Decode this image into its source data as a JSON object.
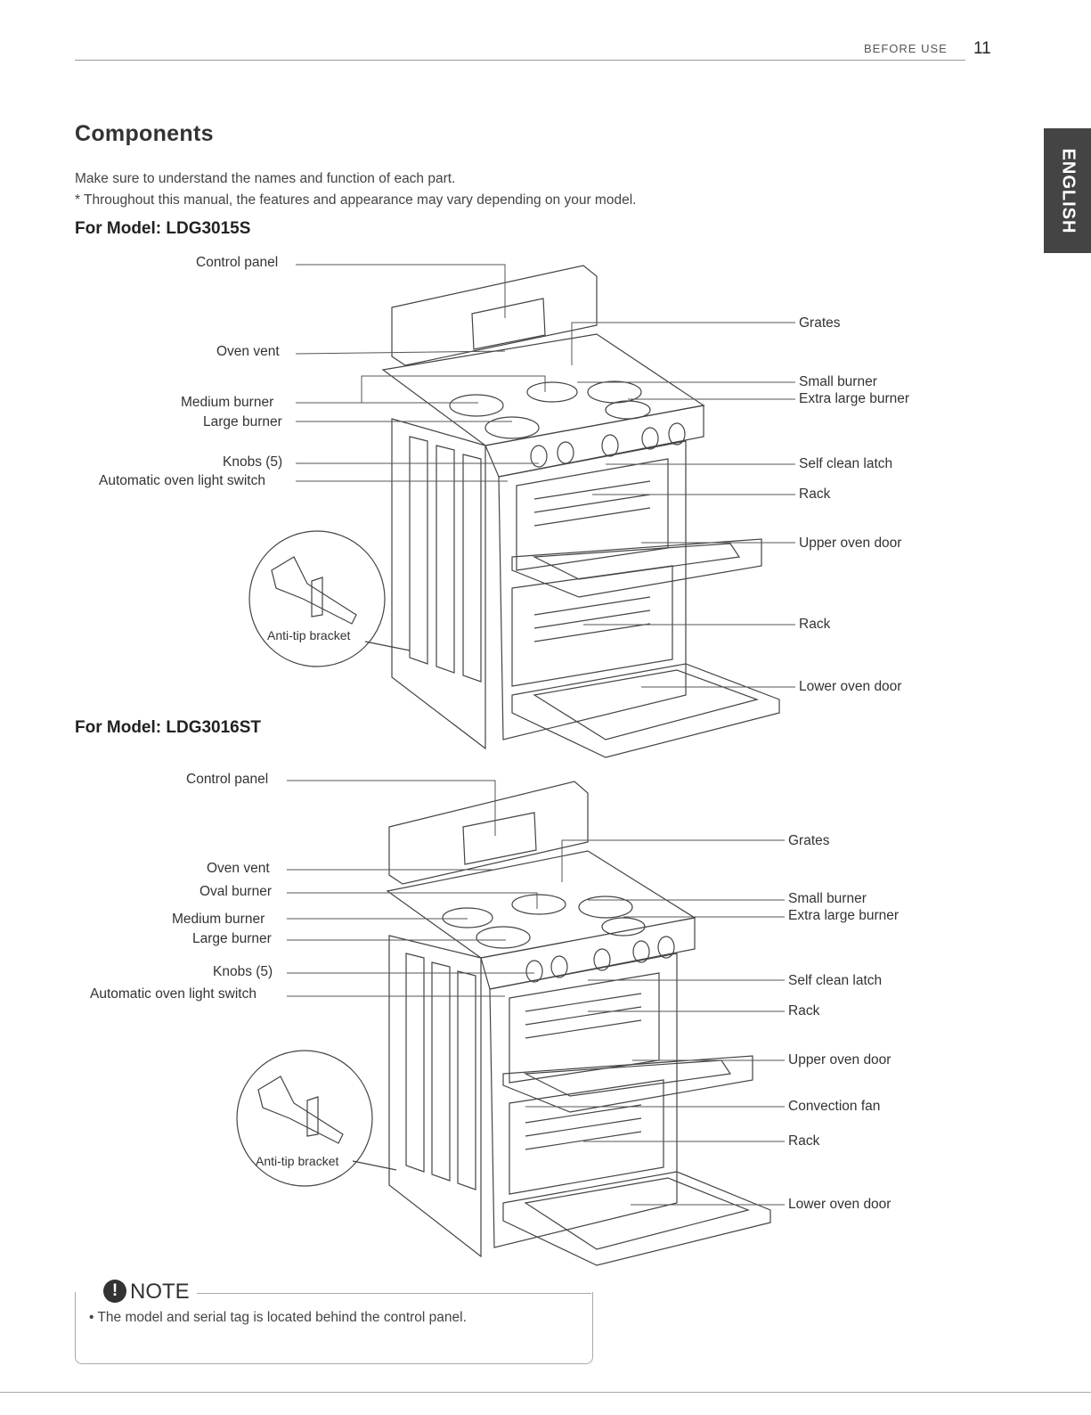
{
  "header": {
    "section": "BEFORE USE",
    "page_number": "11"
  },
  "side_tab": "ENGLISH",
  "title": "Components",
  "intro": {
    "line1": "Make sure to understand the names and function of each part.",
    "line2": "* Throughout this manual, the features and appearance may vary depending on your model."
  },
  "model1": {
    "heading": "For Model: LDG3015S",
    "labels_left": {
      "control_panel": "Control panel",
      "oven_vent": "Oven vent",
      "medium_burner": "Medium burner",
      "large_burner": "Large burner",
      "knobs": "Knobs (5)",
      "auto_light": "Automatic oven light switch",
      "anti_tip": "Anti-tip bracket"
    },
    "labels_right": {
      "grates": "Grates",
      "small_burner": "Small burner",
      "xl_burner": "Extra large burner",
      "self_clean": "Self clean latch",
      "rack1": "Rack",
      "upper_door": "Upper oven door",
      "rack2": "Rack",
      "lower_door": "Lower oven door"
    }
  },
  "model2": {
    "heading": "For Model: LDG3016ST",
    "labels_left": {
      "control_panel": "Control panel",
      "oven_vent": "Oven vent",
      "oval_burner": "Oval burner",
      "medium_burner": "Medium burner",
      "large_burner": "Large burner",
      "knobs": "Knobs (5)",
      "auto_light": "Automatic oven light switch",
      "anti_tip": "Anti-tip bracket"
    },
    "labels_right": {
      "grates": "Grates",
      "small_burner": "Small burner",
      "xl_burner": "Extra large burner",
      "self_clean": "Self clean latch",
      "rack1": "Rack",
      "upper_door": "Upper oven door",
      "convection_fan": "Convection fan",
      "rack2": "Rack",
      "lower_door": "Lower oven door"
    }
  },
  "note": {
    "title": "NOTE",
    "text": "•  The model and serial tag is located behind the control panel."
  }
}
